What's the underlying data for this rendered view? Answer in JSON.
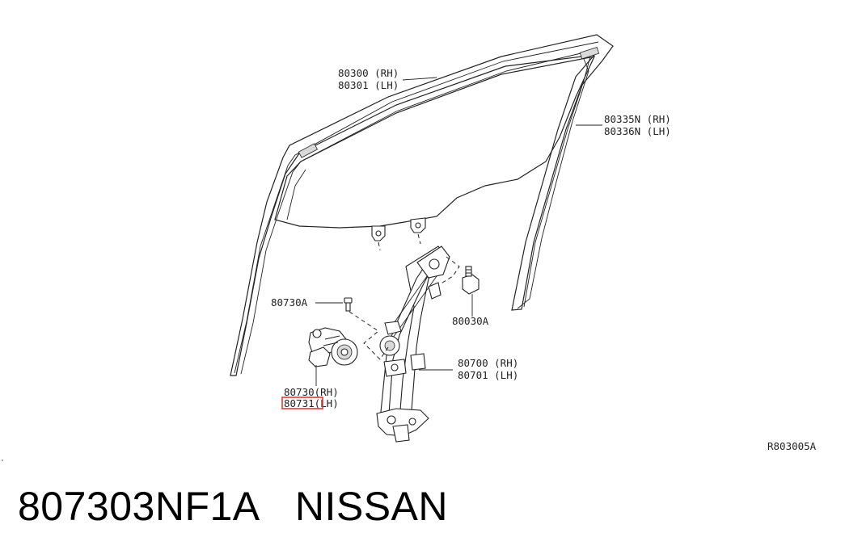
{
  "diagram": {
    "callouts": [
      {
        "id": "glass",
        "lines": [
          "80300 (RH)",
          "80301 (LH)"
        ]
      },
      {
        "id": "run",
        "lines": [
          "80335N (RH)",
          "80336N (LH)"
        ]
      },
      {
        "id": "screw",
        "lines": [
          "80730A"
        ]
      },
      {
        "id": "bolt",
        "lines": [
          "80030A"
        ]
      },
      {
        "id": "regulator",
        "lines": [
          "80700 (RH)",
          "80701 (LH)"
        ]
      },
      {
        "id": "motor",
        "lines": [
          "80730(RH)",
          "80731(LH)"
        ]
      }
    ],
    "ref_code": "R803005A",
    "highlight_color": "#e53935"
  },
  "caption": {
    "part_number": "807303NF1A",
    "brand": "NISSAN"
  }
}
